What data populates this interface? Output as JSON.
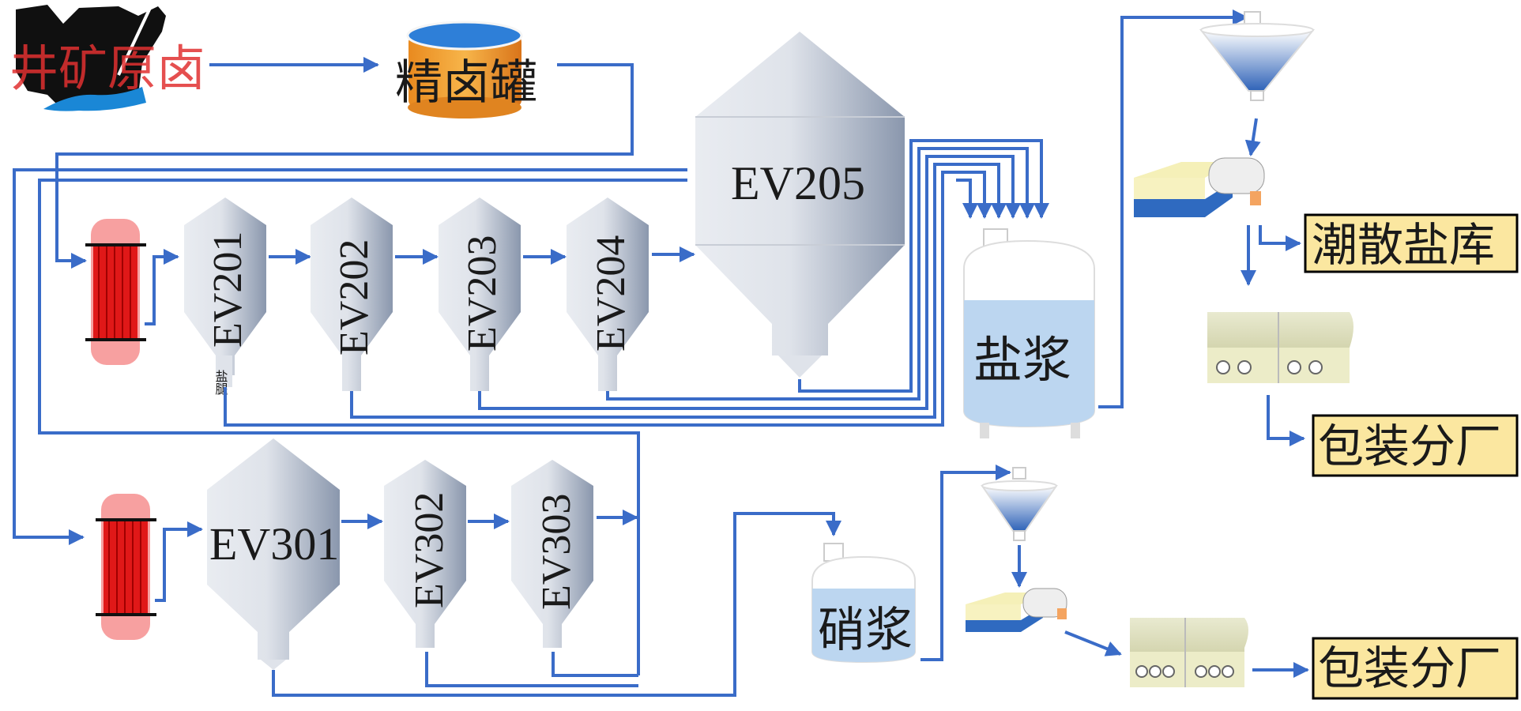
{
  "source": {
    "label": "井矿原卤"
  },
  "tank": {
    "label": "精卤罐"
  },
  "evaporators": {
    "ev201": "EV201",
    "ev202": "EV202",
    "ev203": "EV203",
    "ev204": "EV204",
    "ev205": "EV205",
    "ev301": "EV301",
    "ev302": "EV302",
    "ev303": "EV303",
    "ev201_bottom": "盐腿"
  },
  "slurry": {
    "salt": "盐浆",
    "nitrate": "硝浆"
  },
  "outputs": {
    "wet_salt": "潮散盐库",
    "pack1": "包装分厂",
    "pack2": "包装分厂"
  },
  "colors": {
    "flow": "#3a6cc8",
    "heater": "#e01818",
    "label_fill": "#fbe7a0",
    "source_text": "#e03030"
  }
}
